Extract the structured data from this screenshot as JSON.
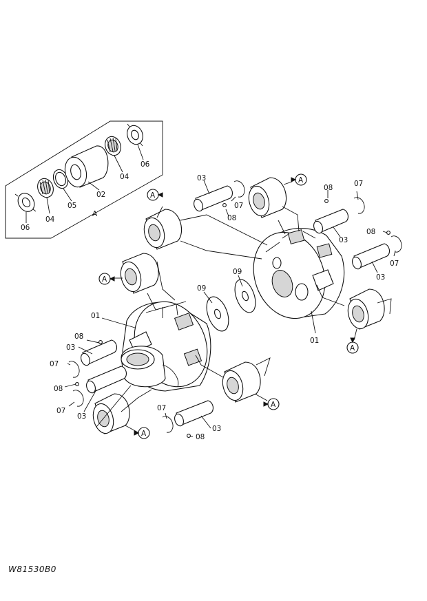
{
  "figure_code": "W81530B0",
  "callouts": {
    "inset_A": "A",
    "ref_A": "A",
    "p01": "01",
    "p02": "02",
    "p03": "03",
    "p04": "04",
    "p05": "05",
    "p06": "06",
    "p07": "07",
    "p08": "08",
    "p09": "09"
  },
  "colors": {
    "line": "#111111",
    "paper": "#ffffff",
    "shade": "#d6d6d6"
  }
}
